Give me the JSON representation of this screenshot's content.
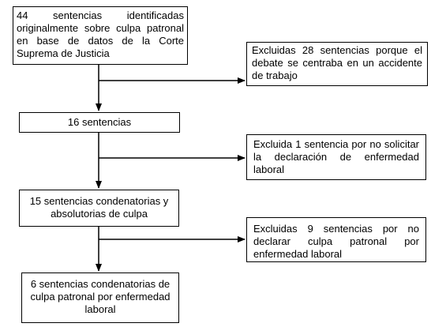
{
  "flowchart": {
    "main_boxes": [
      {
        "text": "44 sentencias identificadas originalmente sobre culpa patronal en base de datos de la Corte Suprema de Justicia"
      },
      {
        "text": "16 sentencias"
      },
      {
        "text": "15 sentencias condenatorias y absolutorias de culpa"
      },
      {
        "text": "6 sentencias condenatorias de culpa patronal por enfermedad laboral"
      }
    ],
    "exclusion_boxes": [
      {
        "text": "Excluidas 28 sentencias porque el debate se centraba en un accidente de trabajo"
      },
      {
        "text": "Excluida 1 sentencia por no solicitar la declaración de enfermedad laboral"
      },
      {
        "text": "Excluidas 9 sentencias por no declarar culpa patronal por enfermedad laboral"
      }
    ]
  }
}
